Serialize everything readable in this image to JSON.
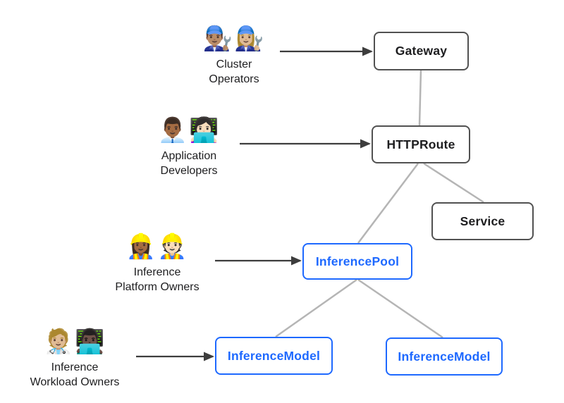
{
  "diagram": {
    "actors": [
      {
        "id": "cluster-operators",
        "emojis": "👨🏽‍🔧👩🏼‍🔧",
        "label": "Cluster\nOperators"
      },
      {
        "id": "application-developers",
        "emojis": "👨🏾‍💼👩🏻‍💻",
        "label": "Application\nDevelopers"
      },
      {
        "id": "inference-platform-owners",
        "emojis": "👷🏾‍♀️👷🏻",
        "label": "Inference\nPlatform Owners"
      },
      {
        "id": "inference-workload-owners",
        "emojis": "🧑🏼‍⚕️👨🏿‍💻",
        "label": "Inference\nWorkload Owners"
      }
    ],
    "nodes": [
      {
        "id": "gateway",
        "label": "Gateway",
        "type": "core"
      },
      {
        "id": "httproute",
        "label": "HTTPRoute",
        "type": "core"
      },
      {
        "id": "service",
        "label": "Service",
        "type": "core"
      },
      {
        "id": "inferencepool",
        "label": "InferencePool",
        "type": "extension"
      },
      {
        "id": "inferencemodel-1",
        "label": "InferenceModel",
        "type": "extension"
      },
      {
        "id": "inferencemodel-2",
        "label": "InferenceModel",
        "type": "extension"
      }
    ],
    "edges": [
      {
        "from": "cluster-operators",
        "to": "gateway",
        "style": "arrow"
      },
      {
        "from": "application-developers",
        "to": "httproute",
        "style": "arrow"
      },
      {
        "from": "inference-platform-owners",
        "to": "inferencepool",
        "style": "arrow"
      },
      {
        "from": "inference-workload-owners",
        "to": "inferencemodel-1",
        "style": "arrow"
      },
      {
        "from": "gateway",
        "to": "httproute",
        "style": "line"
      },
      {
        "from": "httproute",
        "to": "inferencepool",
        "style": "line"
      },
      {
        "from": "httproute",
        "to": "service",
        "style": "line"
      },
      {
        "from": "inferencepool",
        "to": "inferencemodel-1",
        "style": "line"
      },
      {
        "from": "inferencepool",
        "to": "inferencemodel-2",
        "style": "line"
      }
    ],
    "colors": {
      "core_border": "#515151",
      "core_text": "#1d1d1f",
      "extension_blue": "#1e69ff",
      "connector_gray": "#b5b5b5",
      "arrow_dark": "#3d3d3d",
      "background": "#ffffff"
    }
  }
}
